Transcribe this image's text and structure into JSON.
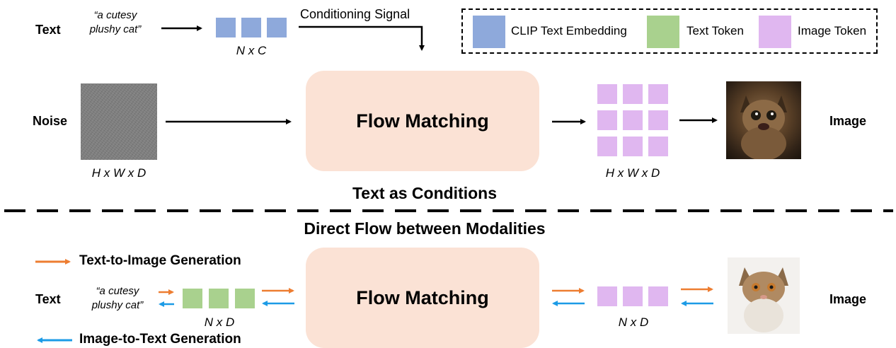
{
  "top": {
    "text_label": "Text",
    "prompt": [
      "“a cutesy",
      "plushy cat”"
    ],
    "embed_dim": "N x C",
    "conditioning_label": "Conditioning Signal",
    "noise_label": "Noise",
    "noise_dim": "H x W x D",
    "flow_label": "Flow Matching",
    "tokens_dim": "H x W x D",
    "image_label": "Image",
    "section_title": "Text as Conditions"
  },
  "legend": {
    "items": [
      {
        "label": "CLIP Text Embedding",
        "color": "#8ea9db"
      },
      {
        "label": "Text Token",
        "color": "#a9d18e"
      },
      {
        "label": "Image Token",
        "color": "#e0b7f0"
      }
    ]
  },
  "bottom": {
    "section_title": "Direct Flow between Modalities",
    "t2i_label": "Text-to-Image Generation",
    "i2t_label": "Image-to-Text Generation",
    "text_label": "Text",
    "prompt": [
      "“a cutesy",
      "plushy cat”"
    ],
    "text_dim": "N x D",
    "flow_label": "Flow Matching",
    "image_dim": "N x D",
    "image_label": "Image"
  },
  "colors": {
    "orange_arrow": "#ed7d31",
    "blue_arrow": "#1c9be6",
    "flow_box": "#fbe2d5"
  }
}
